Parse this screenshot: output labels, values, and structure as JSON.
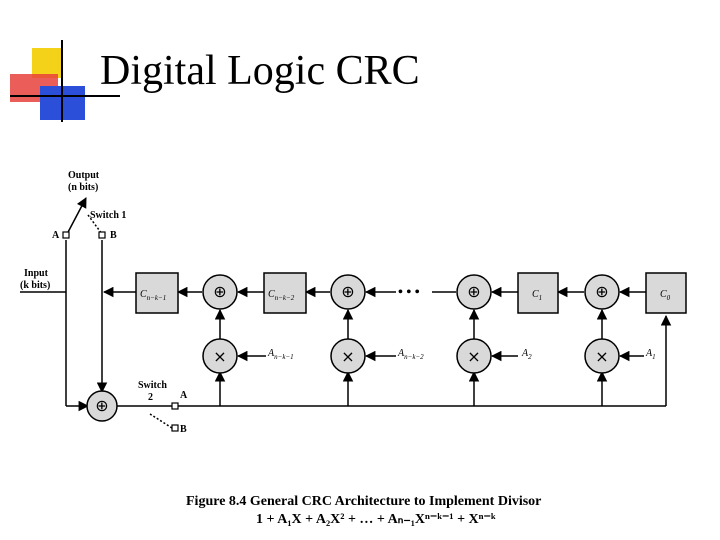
{
  "slide": {
    "title": "Digital Logic CRC"
  },
  "diagram": {
    "output_label": "Output",
    "output_bits": "(n bits)",
    "input_label": "Input",
    "input_bits": "(k bits)",
    "switch1_label": "Switch 1",
    "switch2_label": "Switch",
    "switch2_number": "2",
    "terminal_a": "A",
    "terminal_b": "B",
    "ellipsis": "• • •",
    "registers": [
      {
        "base": "C",
        "sub": "n−k−1"
      },
      {
        "base": "C",
        "sub": "n−k−2"
      },
      {
        "base": "C",
        "sub": "1"
      },
      {
        "base": "C",
        "sub": "0"
      }
    ],
    "coefficients": [
      {
        "base": "A",
        "sub": "n−k−1"
      },
      {
        "base": "A",
        "sub": "n−k−2"
      },
      {
        "base": "A",
        "sub": "2"
      },
      {
        "base": "A",
        "sub": "1"
      }
    ],
    "xor_symbol": "⊕",
    "mult_symbol": "×"
  },
  "caption": {
    "line1": "Figure 8.4  General CRC Architecture to Implement Divisor",
    "line2": "1 + A₁X + A₂X² + … + Aₙ₋₁Xⁿ⁻ᵏ⁻¹ + Xⁿ⁻ᵏ"
  },
  "colors": {
    "logo_yellow": "#f5d21a",
    "logo_red": "#e8413c",
    "logo_blue": "#2b4fd8",
    "register_fill": "#d9d9d9",
    "gate_fill": "#d9d9d9"
  }
}
